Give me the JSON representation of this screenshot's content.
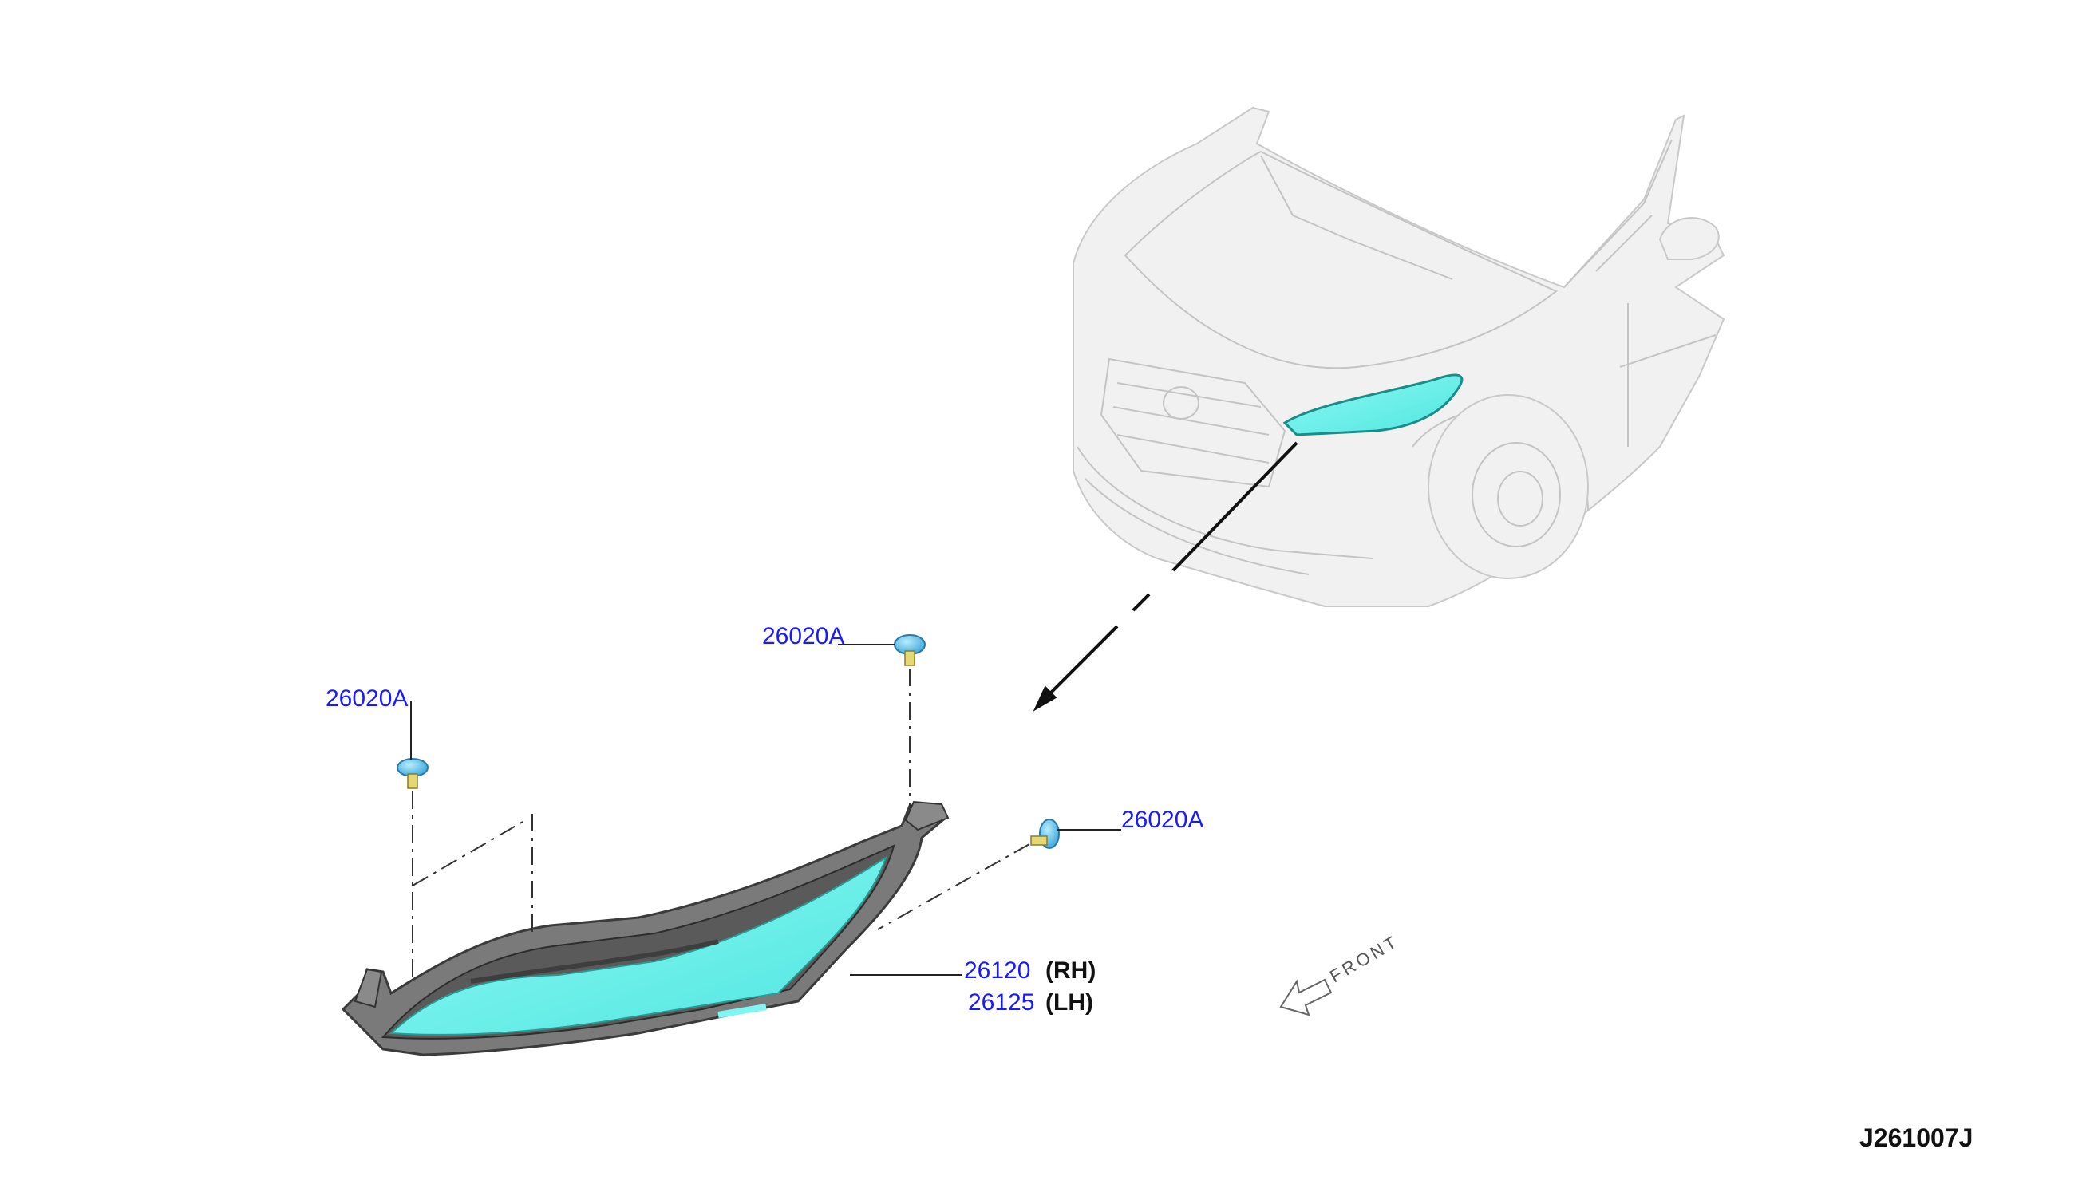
{
  "callouts": {
    "clip_left": "26020A",
    "clip_top": "26020A",
    "clip_right": "26020A",
    "headlamp_rh_number": "26120",
    "headlamp_rh_side": "(RH)",
    "headlamp_lh_number": "26125",
    "headlamp_lh_side": "(LH)"
  },
  "direction_label": "FRONT",
  "diagram_ref": "J261007J",
  "colors": {
    "lens": "#5ff0ea",
    "housing": "#6e6e6e",
    "clip": "#6fc8e8",
    "callout_text": "#1a1aff"
  }
}
